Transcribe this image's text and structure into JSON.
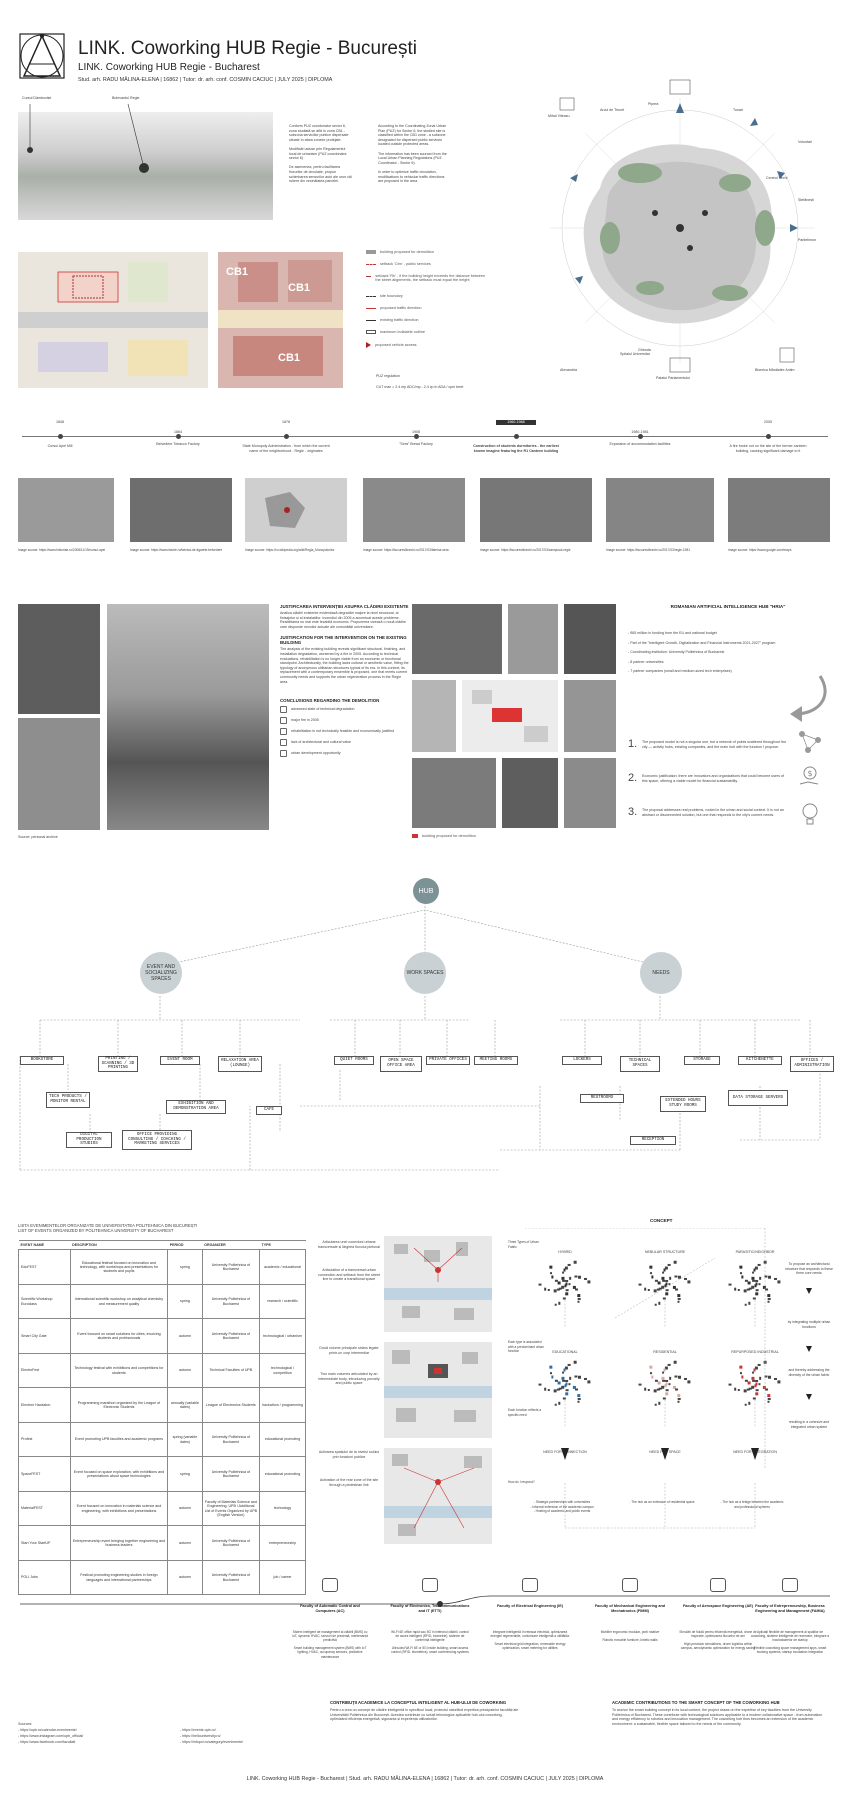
{
  "header": {
    "title": "LINK. Coworking HUB Regie - București",
    "subtitle": "LINK. Coworking HUB Regie - Bucharest",
    "credits": "Stud. arh. RADU MĂLINA-ELENA | 16862 | Tutor: dr. arh. conf. COSMIN CACIUC | JULY 2025 | DIPLOMA"
  },
  "aerial": {
    "label_left": "Cursul Dâmboviței",
    "label_right": "Bulevardul Regie"
  },
  "texts": {
    "c1": "Conform PUZ coordonator sector 6, zona studiată se află în zona CB1 - subzona serviciilor publice dispersate situate în afara zonelor protejate.\n\nModificări aduse prin Regulamentul local de urbanism (PUZ coordonator sector 6)\n\nDe asemenea, pentru facilitarea fluxurilor de circulație, propun schimbarea sensurilor auto ale unor căi rutiere din vecinătatea parcelei.",
    "c2": "According to the Coordinating Zonal Urban Plan (PUZ) for Sector 6, the studied site is classified within the CB1 zone - a subzone designated for dispersed public services located outside protected areas.\n\nThe information has been sourced from the Local Urban Planning Regulations (PUZ Coordinator - Sector 6).\n\nIn order to optimize traffic circulation, modifications to vehicular traffic directions are proposed in the area."
  },
  "zoning": {
    "labels": [
      "CB1",
      "CB1",
      "CB1"
    ],
    "legend": [
      "building proposed for demolition",
      "setback 'Ctm' - public services",
      "setback 'Rh' - if the building height exceeds the distance between the street alignments, the setback must equal the height",
      "site boundary",
      "proposed traffic direction",
      "existing traffic direction",
      "maximum buildable outline",
      "proposed vehicle access"
    ],
    "note1": "PUZ regulation",
    "note2": "CUT max = 2.4 mp ADC/mp - 2.4 cp in ADA / cpm teret"
  },
  "map": {
    "places": [
      "Mihai Viteazu",
      "Arcul de Triumf",
      "Pipera",
      "Tunari",
      "Voluntari",
      "Centrul Vechi",
      "Ștefănești",
      "Pantelimon",
      "Ghiroda",
      "Alexandria",
      "Spitalul Universitar",
      "Palatul Parlamentului",
      "Biserica Mănăstire Antim"
    ]
  },
  "timeline": {
    "years": [
      "1848",
      "1864",
      "1878",
      "1908",
      "1960-1968",
      "1980-1981",
      "2005"
    ],
    "labels": [
      "Cursul Apei Mill",
      "Belvedere Tobacco Factory",
      "State Monopoly Administration - from which the current name of the neighborhood - Regie - originates",
      "\"Sera\" Bread Factory",
      "Construction of students dormitories - the earliest known imagine featuring the R1 Canteen building",
      "Expansion of accommodation facilities",
      "A fire broke out on the site of the former canteen building, causing significant damage to it"
    ],
    "sources": [
      "Image source: https://www.historiae.ro/2008/11/19/cursul-apei",
      "Image source: https://www.istorie.ro/fabrica-de-tigarete-belvedere",
      "Image source: https://ro.wikipedia.org/wiki/Regia_Monopolurilor",
      "Image source: https://bucurestiivechi.ro/2017/03/fabrica-sera",
      "Image source: https://bucurestiivechi.ro/2017/03/campusul-regie",
      "Image source: https://bucurestiivechi.ro/2017/03/regie-1981",
      "Image source: https://www.google.com/maps"
    ]
  },
  "justify": {
    "ro_title": "JUSTIFICAREA INTERVENȚIEI ASUPRA CLĂDIRII EXISTENTE",
    "ro_body": "Analiza clădirii existente evidențiază degradări majore la nivel structural, al finisajelor și al instalațiilor. Incendiul din 2005 a accentuat aceste probleme. Reabilitarea nu mai este fezabilă economic. Propunerea vizează o nouă clădire care răspunde nevoilor actuale ale comunității universitare.",
    "en_title": "JUSTIFICATION FOR THE INTERVENTION ON THE EXISTING BUILDING",
    "en_body": "The analysis of the existing building reveals significant structural, finishing, and installation degradation, worsened by a fire in 2005. According to technical evaluations, rehabilitation is no longer viable from an economic or functional standpoint. Architecturally, the building lacks cultural or aesthetic value, fitting the typology of anonymous utilitarian structures typical of its era. In this context, its replacement with a contemporary ensemble is proposed, one that meets current community needs and supports the urban regeneration process in the Regie area.",
    "concl_title": "CONCLUSIONS REGARDING THE DEMOLITION",
    "concl": [
      "advanced state of technical degradation",
      "major fire in 2005",
      "rehabilitation is not technically feasible and economically justified",
      "lack of architectural and cultural value",
      "urban development opportunity"
    ],
    "source": "Source: personal archive",
    "legend_demol": "building proposed for demolition"
  },
  "hub_ai": {
    "title": "ROMANIAN ARTIFICIAL INTELLIGENCE HUB \"HRIA\"",
    "bullets": [
      "- €65 million in funding from the EU and national budget",
      "- Part of the \"Intelligent Growth, Digitalization and Financial Instruments 2021-2027\" program",
      "- Coordinating institution: University Politehnica of Bucharest",
      "- 8 partner universities",
      "- 7 partner companies (small and medium-sized tech enterprises)"
    ],
    "points": [
      {
        "n": "1.",
        "t": "The proposed model is not a singular one, but a network of points scattered throughout the city — activity hubs, existing companies, and the main hub with the function I propose."
      },
      {
        "n": "2.",
        "t": "Economic justification: there are innovators and organizations that could become users of this space, offering a viable model for financial sustainability."
      },
      {
        "n": "3.",
        "t": "The proposal addresses real problems, rooted in the urban and social context. It is not an abstract or disconnected solution, but one that responds to the city's current needs."
      }
    ]
  },
  "program": {
    "hub": "HUB",
    "cats": [
      "EVENT AND SOCIALIZING SPACES",
      "WORK SPACES",
      "NEEDS"
    ],
    "boxes": [
      "BOOKSTORE",
      "PRINTING / SCANNING / 3D PRINTING",
      "EVENT ROOM",
      "RELAXATION AREA (LOUNGE)",
      "TECH PRODUCTS / MONITOR RENTAL",
      "EXHIBITION AND DEMONSTRATION AREA",
      "CAFE",
      "DIGITAL PRODUCTION STUDIOS",
      "OFFICE PROVIDING CONSULTING / COACHING / MARKETING SERVICES",
      "QUIET ROOMS",
      "OPEN SPACE OFFICE AREA",
      "PRIVATE OFFICES",
      "MEETING ROOMS",
      "LOCKERS",
      "TECHNICAL SPACES",
      "STORAGE",
      "KITCHENETTE",
      "OFFICES / ADMINISTRATION",
      "RESTROOMS",
      "EXTENDED HOURS STUDY ROOMS",
      "DATA STORAGE SERVERS",
      "RECEPTION"
    ]
  },
  "events": {
    "title_ro": "LISTA EVENIMENTELOR ORGANIZATE DE UNIVERSITATEA POLITEHNICA DIN BUCUREȘTI",
    "title_en": "LIST OF EVENTS ORGANIZED BY POLITEHNICA UNIVERSITY OF BUCHAREST",
    "headers": [
      "EVENT NAME",
      "DESCRIPTION",
      "PERIOD",
      "ORGANIZER",
      "TYPE"
    ],
    "rows": [
      [
        "EduFEST",
        "Educational festival focused on innovation and technology, with workshops and presentations for students and pupils",
        "spring",
        "University Politehnica of Bucharest",
        "academic / educational"
      ],
      [
        "Scientific Workshop Euroclass",
        "International scientific workshop on analytical chemistry and measurement quality",
        "spring",
        "University Politehnica of Bucharest",
        "research / scientific"
      ],
      [
        "Smart City Gate",
        "Event focused on smart solutions for cities, involving students and professionals",
        "autumn",
        "University Politehnica of Bucharest",
        "technological / urbanism"
      ],
      [
        "ElectroFest",
        "Technology festival with exhibitions and competitions for students",
        "autumn",
        "Technical Faculties of UPB",
        "technological / competition"
      ],
      [
        "Electron Hackaton",
        "Programming marathon organized by the League of Electronic Students",
        "annually (variable dates)",
        "League of Electronics Students",
        "hackathon / programming"
      ],
      [
        "Profest",
        "Event promoting UPB faculties and academic programs",
        "spring (variable dates)",
        "University Politehnica of Bucharest",
        "educational promoting"
      ],
      [
        "SpaceFEST",
        "Event focused on space exploration, with exhibitions and presentations about space technologies",
        "spring",
        "University Politehnica of Bucharest",
        "educational promoting"
      ],
      [
        "MaterialFEST",
        "Event focused on innovation in materials science and engineering, with exhibitions and presentations",
        "autumn",
        "Faculty of Materials Science and Engineering, UPB / Additional List of Events Organized by UPB (English Version)",
        "technology"
      ],
      [
        "Start Your StartUP",
        "Entrepreneurship event bringing together engineering and business leaders",
        "autumn",
        "University Politehnica of Bucharest",
        "entrepreneurship"
      ],
      [
        "POLI Jobs",
        "Festival promoting engineering studies in foreign languages and international partnerships",
        "autumn",
        "University Politehnica of Bucharest",
        "job / career"
      ]
    ]
  },
  "strategy": {
    "texts": [
      "Articularea unei conexiuni urbane transversale și lărgirea fluxului pietonal",
      "Articulation of a transversal urban connection and setback from the street line to create a transitional space",
      "Două volume principale strâns legate printr-un corp intermediar",
      "Two main volumes articulated by an intermediate body, introducing porosity and public space",
      "Activarea spațiului de la nivelul solului prin funcțiuni publice",
      "Activation of the rear zone of the site through a pedestrian link"
    ]
  },
  "concept": {
    "title": "CONCEPT",
    "labels": [
      "HYBRID",
      "NEBULAR STRUCTURE",
      "PARASITIC/NEIGHBOR",
      "EDUCATIONAL",
      "RESIDENTIAL",
      "REPURPOSED INDUSTRIAL",
      "NEED FOR CONNECTION",
      "NEED FOR SPACE",
      "NEED FOR INTEGRATION"
    ],
    "side": [
      "Three Types of Urban Fabric",
      "Each type is associated with a predominant urban function",
      "Each function reflects a specific need",
      "How do I respond?"
    ],
    "bottoms": [
      "- Strategic partnerships with universities\n- Informal extension of the academic campus\n- Hosting of academic and public events",
      "- The hub as an extension of residential space",
      "- The hub as a bridge between the academic and professional spheres"
    ],
    "right": [
      "To propose an architectural structure that responds to these three core needs",
      "by integrating multiple urban functions",
      "and thereby addressing the diversity of the urban fabric",
      "resulting in a cohesive and integrated urban system"
    ]
  },
  "faculties": [
    {
      "name": "Faculty of Automatic Control and Computers (AC)",
      "body": "Sistem inteligent de management al clădirii (BMS) cu IoT, dynamic HVAC, senzori de prezență, mentenanță predictivă\n\nSmart building management system (BMS) with IoT lighting, HVAC, occupancy sensors, predictive maintenance"
    },
    {
      "name": "Faculty of Electronics, Telecommunications and IT (ETTI)",
      "body": "Wi-Fi 6E office rapid sau 5G în interiorul clădirii, control de acces inteligent (RFID, biometrie), sisteme de conferință inteligente\n\nUltra-fast Wi-Fi 6E or 5G inside building, smart access control (RFID, biometrics), smart conferencing systems"
    },
    {
      "name": "Faculty of Electrical Engineering (IE)",
      "body": "Integrare inteligentă în rețeaua electrică, optimizarea energiei regenerabile, contorizare inteligentă a utilităților\n\nSmart electrical grid integration, renewable energy optimization, smart metering for utilities"
    },
    {
      "name": "Faculty of Mechanical Engineering and Mechatronics (FIMM)",
      "body": "Mobilier ergonomic modular, porți rotative\n\nRobotic movable furniture, kinetic walls"
    },
    {
      "name": "Faculty of Aerospace Engineering (AE)",
      "body": "Simulări de fluidă pentru eficiență energetică, drone de inspecție, optimizarea fluxurilor de aer\n\nHigh-precision simulations, drone logistics within campus, aerodynamic optimization for energy saving"
    },
    {
      "name": "Faculty of Entrepreneurship, Business Engineering and Management (FAIMA)",
      "body": "Aplicații flexibile de management al spațiilor de coworking, sisteme inteligente de rezervare, integrare a incubatoarelor de startup\n\nFlexible coworking space management apps, smart booking systems, startup incubation integration"
    }
  ],
  "contrib": {
    "ro_title": "CONTRIBUȚII ACADEMICE LA CONCEPTUL INTELIGENT AL HUB-ULUI DE COWORKING",
    "ro_body": "Pentru a crea un concept de clădire inteligentă în specificul local, proiectul valorifică expertiza principalelor facultăți ale Universității Politehnica din București. Acestea contribuie cu soluții tehnologice aplicabile hub-ului coworking, optimizând eficiența energetică, siguranța și experiența utilizatorilor.",
    "en_title": "ACADEMIC CONTRIBUTIONS TO THE SMART CONCEPT OF THE COWORKING HUB",
    "en_body": "To anchor the smart building concept in its local context, the project draws on the expertise of key faculties from the University Politehnica of Bucharest. These contribute with technological solutions applicable to a modern collaborative space - from automation and energy efficiency to robotics and innovation management. The coworking hub thus becomes an extension of the academic environment: a sustainable, flexible space tailored to the needs of the community."
  },
  "sources": {
    "title": "Sources:",
    "items": [
      "- https://upb.ro/calendar-evenimente/",
      "- https://www.instagram.com/upb_official/",
      "- https://www.facebook.com/facultati",
      "- https://events.upb.ro/",
      "- https://hellouniversity.ro/",
      "- https://infopol.ro/category/evenimente/"
    ]
  },
  "footer": "LINK. Coworking HUB Regie - Bucharest | Stud. arh. RADU MĂLINA-ELENA | 16862 | Tutor: dr. arh. conf. COSMIN CACIUC | JULY 2025 | DIPLOMA"
}
